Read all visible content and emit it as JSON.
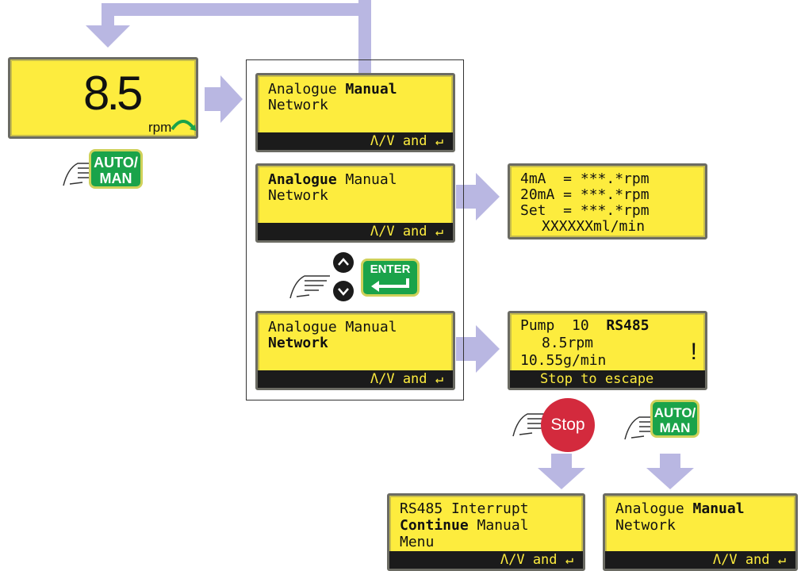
{
  "colors": {
    "lcd": "#fdec3e",
    "arrow": "#b9b7e2",
    "green": "#1aa34a",
    "stop": "#d32a3d",
    "bar": "#1b1b1b"
  },
  "main_display": {
    "value": "8.5",
    "unit": "rpm"
  },
  "buttons": {
    "automan": "AUTO/\nMAN",
    "enter": "ENTER",
    "stop": "Stop",
    "up_icon": "chevron-up-icon",
    "down_icon": "chevron-down-icon"
  },
  "mode_manual": {
    "line1_a": "Analogue ",
    "line1_b": "Manual",
    "line2": "Network",
    "bar": "Λ/V and ↵"
  },
  "mode_analogue": {
    "line1_a": "Analogue",
    "line1_b": " Manual",
    "line2": "Network",
    "bar": "Λ/V and ↵"
  },
  "mode_network": {
    "line1": "Analogue Manual",
    "line2": "Network",
    "bar": "Λ/V and ↵"
  },
  "analogue_info": {
    "line1": "4mA  = ***.*rpm",
    "line2": "20mA = ***.*rpm",
    "line3": "Set  = ***.*rpm",
    "line4": "XXXXXXml/min"
  },
  "network_run": {
    "line1_a": "Pump  10  ",
    "line1_b": "RS485",
    "line2": "8.5rpm",
    "line3": "10.55g/min",
    "bar": "Stop to escape",
    "alert": "!"
  },
  "rs485_interrupt": {
    "line1": "RS485 Interrupt",
    "line2_a": "Continue",
    "line2_b": " Manual",
    "line3": "Menu",
    "bar": "Λ/V and ↵"
  },
  "result_manual": {
    "line1_a": "Analogue ",
    "line1_b": "Manual",
    "line2": "Network",
    "bar": "Λ/V and ↵"
  }
}
